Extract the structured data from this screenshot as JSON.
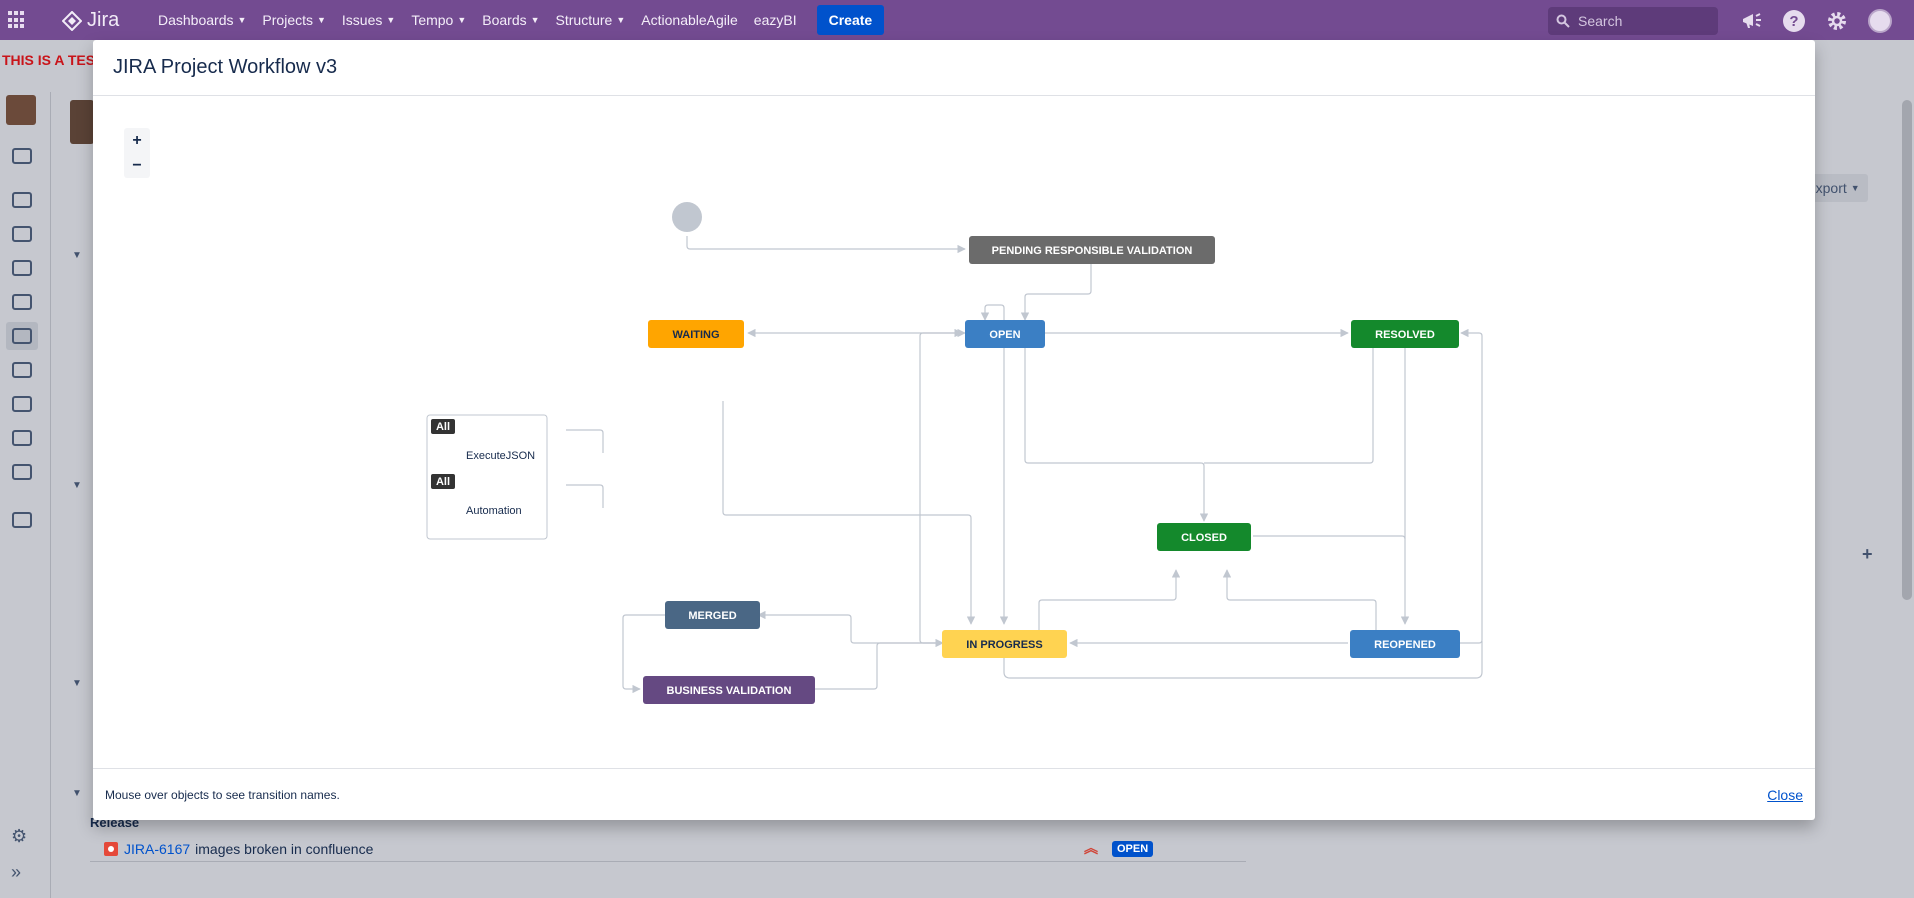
{
  "topnav": {
    "logo_text": "Jira",
    "items": [
      {
        "label": "Dashboards",
        "dropdown": true
      },
      {
        "label": "Projects",
        "dropdown": true
      },
      {
        "label": "Issues",
        "dropdown": true
      },
      {
        "label": "Tempo",
        "dropdown": true
      },
      {
        "label": "Boards",
        "dropdown": true
      },
      {
        "label": "Structure",
        "dropdown": true
      },
      {
        "label": "ActionableAgile",
        "dropdown": false
      },
      {
        "label": "eazyBI",
        "dropdown": false
      }
    ],
    "create_label": "Create",
    "search_placeholder": "Search",
    "nav_color": "#734b91",
    "create_color": "#0052cc"
  },
  "background": {
    "banner_text": "THIS IS A TEST",
    "export_label": "Export",
    "release_label": "Release",
    "issue": {
      "key": "JIRA-6167",
      "summary": "images broken in confluence",
      "status": "OPEN",
      "priority_icon": "highest-priority-icon"
    }
  },
  "modal": {
    "title": "JIRA Project Workflow v3",
    "footer_hint": "Mouse over objects to see transition names.",
    "close_label": "Close",
    "zoom_in": "+",
    "zoom_out": "−"
  },
  "workflow": {
    "statuses": [
      {
        "id": "pending",
        "label": "PENDING RESPONSIBLE VALIDATION",
        "color": "#6b6b6b",
        "text_color": "#ffffff"
      },
      {
        "id": "waiting",
        "label": "WAITING",
        "color": "#ffa500",
        "text_color": "#172b4d"
      },
      {
        "id": "open",
        "label": "OPEN",
        "color": "#3b7fc4",
        "text_color": "#ffffff"
      },
      {
        "id": "resolved",
        "label": "RESOLVED",
        "color": "#14892c",
        "text_color": "#ffffff"
      },
      {
        "id": "closed",
        "label": "CLOSED",
        "color": "#14892c",
        "text_color": "#ffffff"
      },
      {
        "id": "merged",
        "label": "MERGED",
        "color": "#4a6785",
        "text_color": "#ffffff"
      },
      {
        "id": "inprogress",
        "label": "IN PROGRESS",
        "color": "#ffd351",
        "text_color": "#172b4d"
      },
      {
        "id": "reopened",
        "label": "REOPENED",
        "color": "#3b7fc4",
        "text_color": "#ffffff"
      },
      {
        "id": "business",
        "label": "BUSINESS VALIDATION",
        "color": "#654982",
        "text_color": "#ffffff"
      }
    ],
    "global_transitions": [
      {
        "badge": "All",
        "label": "ExecuteJSON"
      },
      {
        "badge": "All",
        "label": "Automation"
      }
    ],
    "line_color": "#c1c7d0"
  }
}
